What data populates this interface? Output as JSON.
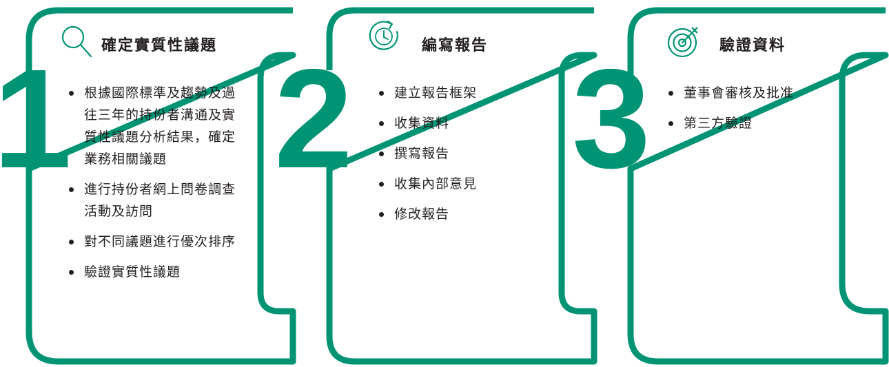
{
  "colors": {
    "accent": "#009474",
    "text": "#231f20"
  },
  "steps": [
    {
      "number": "1",
      "title": "確定實質性議題",
      "icon": "magnifier-icon",
      "items": [
        "根據國際標準及趨勢及過往三年的持份者溝通及實質性議題分析結果，確定業務相關議題",
        "進行持份者網上問卷調查活動及訪問",
        "對不同議題進行優次排序",
        "驗證實質性議題"
      ]
    },
    {
      "number": "2",
      "title": "編寫報告",
      "icon": "clock-icon",
      "items": [
        "建立報告框架",
        "收集資料",
        "撰寫報告",
        "收集內部意見",
        "修改報告"
      ]
    },
    {
      "number": "3",
      "title": "驗證資料",
      "icon": "target-icon",
      "items": [
        "董事會審核及批准",
        "第三方驗證"
      ]
    }
  ]
}
